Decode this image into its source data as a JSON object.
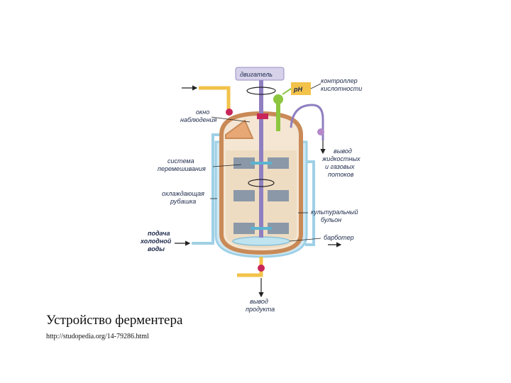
{
  "caption": "Устройство ферментера",
  "source": "http://studopedia.org/14-79286.html",
  "labels": {
    "motor": "двигатель",
    "ph": "pH",
    "controller_line1": "контроллер",
    "controller_line2": "кислотности",
    "window_line1": "окно",
    "window_line2": "наблюдения",
    "mixing_line1": "система",
    "mixing_line2": "перемешивания",
    "jacket_line1": "охлаждающая",
    "jacket_line2": "рубашка",
    "coldwater_line1": "подача",
    "coldwater_line2": "холодной",
    "coldwater_line3": "воды",
    "outflow_line1": "вывод",
    "outflow_line2": "жидкостных",
    "outflow_line3": "и газовых",
    "outflow_line4": "потоков",
    "broth_line1": "культуральный",
    "broth_line2": "бульон",
    "sparger": "барботер",
    "product_line1": "вывод",
    "product_line2": "продукта"
  },
  "colors": {
    "vessel_wall": "#c98a57",
    "broth": "#eedcc2",
    "jacket": "#9fd0e6",
    "shaft": "#8f7fc0",
    "yellow_pipe": "#f2c24a",
    "valve": "#c8265a",
    "ph_probe": "#8cc63f",
    "impeller": "#8a98a8"
  }
}
